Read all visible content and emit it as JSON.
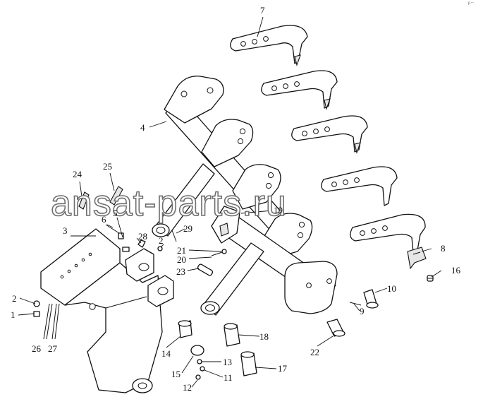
{
  "watermark": "ansat-parts.ru",
  "corner_mark": "ᵖ⁻",
  "callouts": [
    {
      "label": "7"
    },
    {
      "label": "4"
    },
    {
      "label": "24"
    },
    {
      "label": "25"
    },
    {
      "label": "19"
    },
    {
      "label": "3"
    },
    {
      "label": "6"
    },
    {
      "label": "5"
    },
    {
      "label": "28"
    },
    {
      "label": "29"
    },
    {
      "label": "2"
    },
    {
      "label": "21"
    },
    {
      "label": "20"
    },
    {
      "label": "23"
    },
    {
      "label": "8"
    },
    {
      "label": "16"
    },
    {
      "label": "2"
    },
    {
      "label": "1"
    },
    {
      "label": "26"
    },
    {
      "label": "27"
    },
    {
      "label": "10"
    },
    {
      "label": "9"
    },
    {
      "label": "14"
    },
    {
      "label": "18"
    },
    {
      "label": "22"
    },
    {
      "label": "13"
    },
    {
      "label": "15"
    },
    {
      "label": "11"
    },
    {
      "label": "12"
    },
    {
      "label": "17"
    }
  ]
}
